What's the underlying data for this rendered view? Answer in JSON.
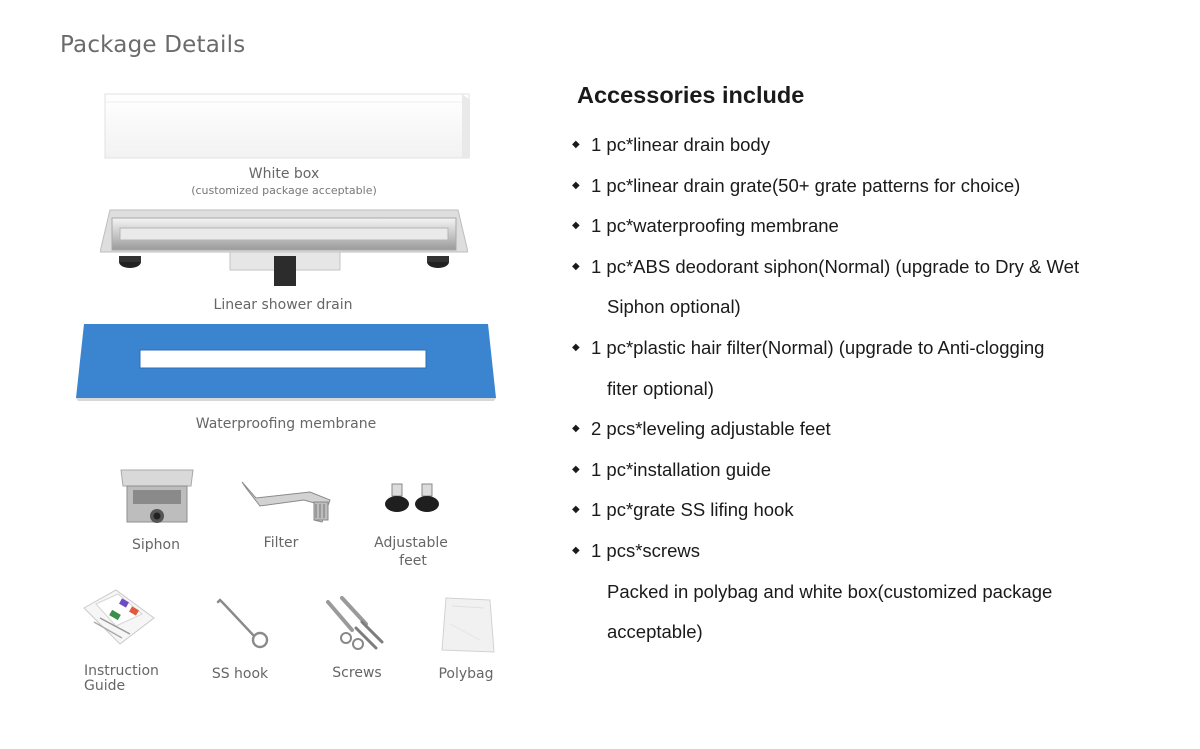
{
  "page_title": "Package Details",
  "left": {
    "white_box": {
      "label": "White box",
      "sublabel": "(customized package acceptable)"
    },
    "drain": {
      "label": "Linear shower drain"
    },
    "membrane": {
      "label": "Waterproofing membrane"
    },
    "siphon": {
      "label": "Siphon"
    },
    "filter": {
      "label": "Filter"
    },
    "feet": {
      "label_1": "Adjustable",
      "label_2": "feet"
    },
    "guide": {
      "label_1": "Instruction",
      "label_2": "Guide"
    },
    "hook": {
      "label": "SS hook"
    },
    "screws": {
      "label": "Screws"
    },
    "polybag": {
      "label": "Polybag"
    }
  },
  "accessories": {
    "title": "Accessories include",
    "items": [
      {
        "line1": "1 pc*linear drain body"
      },
      {
        "line1": "1 pc*linear drain grate(50+ grate patterns for choice)"
      },
      {
        "line1": "1 pc*waterproofing membrane"
      },
      {
        "line1": "1 pc*ABS deodorant siphon(Normal) (upgrade to Dry & Wet",
        "line2": "Siphon optional)"
      },
      {
        "line1": "1 pc*plastic hair filter(Normal) (upgrade to Anti-clogging",
        "line2": "fiter optional)"
      },
      {
        "line1": "2 pcs*leveling adjustable feet"
      },
      {
        "line1": "1 pc*installation guide"
      },
      {
        "line1": "1 pc*grate SS lifing hook"
      },
      {
        "line1": "1 pcs*screws"
      }
    ],
    "note_1": "Packed in polybag and white box(customized package",
    "note_2": "acceptable)"
  }
}
